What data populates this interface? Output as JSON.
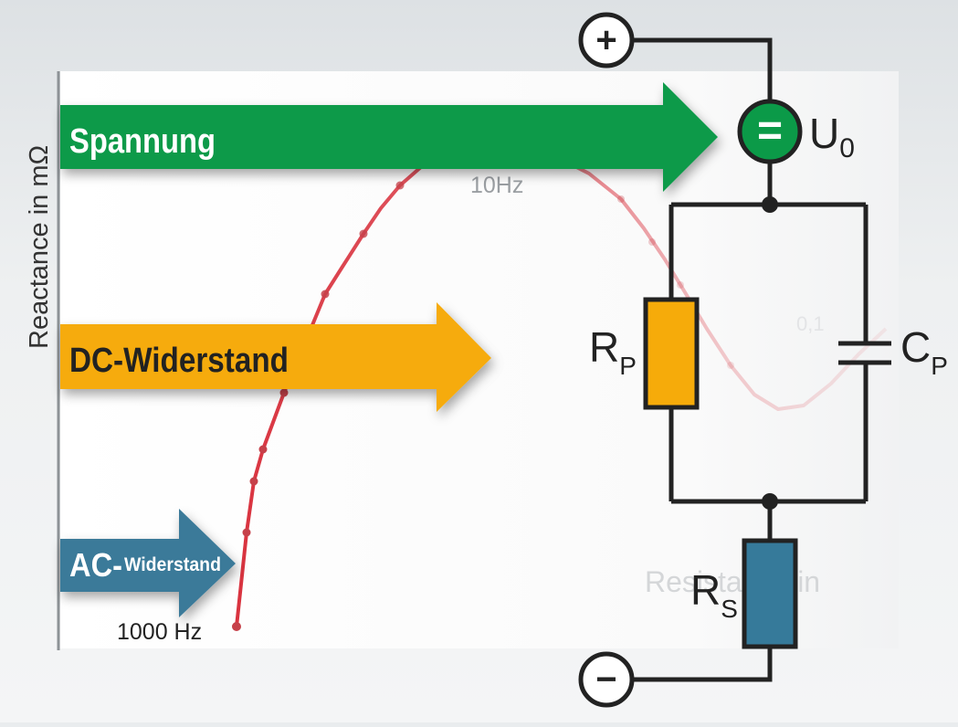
{
  "axis": {
    "ylabel": "Reactance in mΩ",
    "xlabel_faded": "Resistance in"
  },
  "curve": {
    "label_low_freq": "10Hz",
    "label_high_freq": "1000 Hz",
    "label_faded": "0,1"
  },
  "arrows": {
    "spannung": "Spannung",
    "dc": "DC-Widerstand",
    "ac_prefix": "AC-",
    "ac_suffix": "Widerstand"
  },
  "circuit": {
    "plus_symbol": "+",
    "minus_symbol": "−",
    "source_symbol": "=",
    "u0_main": "U",
    "u0_sub": "0",
    "rp_main": "R",
    "rp_sub": "P",
    "cp_main": "C",
    "cp_sub": "P",
    "rs_main": "R",
    "rs_sub": "S"
  },
  "colors": {
    "spannung_arrow": "#0b9a48",
    "dc_arrow": "#f6ab0a",
    "ac_arrow": "#3a7a99",
    "curve": "#d9333f",
    "rp_fill": "#f6ab0a",
    "rs_fill": "#367a9a",
    "source_fill": "#0b9a48",
    "wire": "#222222"
  }
}
